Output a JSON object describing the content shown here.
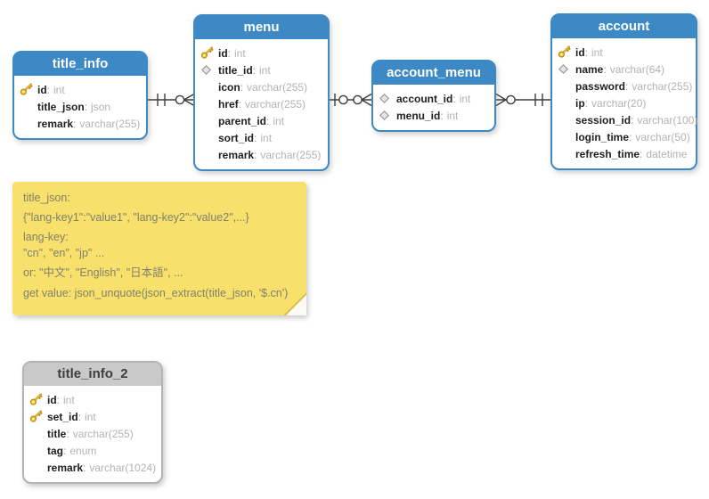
{
  "colon": ":",
  "colors": {
    "table_header_blue": "#3d89c5",
    "table_header_gray": "#c9c9c9",
    "note_yellow": "#f8e06c",
    "connector": "#3c3c3c"
  },
  "tables": [
    {
      "title": "title_info",
      "fields": [
        {
          "icon": "key",
          "name": "id",
          "type": "int"
        },
        {
          "icon": "none",
          "name": "title_json",
          "type": "json"
        },
        {
          "icon": "none",
          "name": "remark",
          "type": "varchar(255)"
        }
      ]
    },
    {
      "title": "menu",
      "fields": [
        {
          "icon": "key",
          "name": "id",
          "type": "int"
        },
        {
          "icon": "diamond",
          "name": "title_id",
          "type": "int"
        },
        {
          "icon": "none",
          "name": "icon",
          "type": "varchar(255)"
        },
        {
          "icon": "none",
          "name": "href",
          "type": "varchar(255)"
        },
        {
          "icon": "none",
          "name": "parent_id",
          "type": "int"
        },
        {
          "icon": "none",
          "name": "sort_id",
          "type": "int"
        },
        {
          "icon": "none",
          "name": "remark",
          "type": "varchar(255)"
        }
      ]
    },
    {
      "title": "account_menu",
      "fields": [
        {
          "icon": "diamond",
          "name": "account_id",
          "type": "int"
        },
        {
          "icon": "diamond",
          "name": "menu_id",
          "type": "int"
        }
      ]
    },
    {
      "title": "account",
      "fields": [
        {
          "icon": "key",
          "name": "id",
          "type": "int"
        },
        {
          "icon": "diamond",
          "name": "name",
          "type": "varchar(64)"
        },
        {
          "icon": "none",
          "name": "password",
          "type": "varchar(255)"
        },
        {
          "icon": "none",
          "name": "ip",
          "type": "varchar(20)"
        },
        {
          "icon": "none",
          "name": "session_id",
          "type": "varchar(100)"
        },
        {
          "icon": "none",
          "name": "login_time",
          "type": "varchar(50)"
        },
        {
          "icon": "none",
          "name": "refresh_time",
          "type": "datetime"
        }
      ]
    },
    {
      "title": "title_info_2",
      "fields": [
        {
          "icon": "key",
          "name": "id",
          "type": "int"
        },
        {
          "icon": "key",
          "name": "set_id",
          "type": "int"
        },
        {
          "icon": "none",
          "name": "title",
          "type": "varchar(255)"
        },
        {
          "icon": "none",
          "name": "tag",
          "type": "enum"
        },
        {
          "icon": "none",
          "name": "remark",
          "type": "varchar(1024)"
        }
      ]
    }
  ],
  "note": {
    "lines": [
      "title_json:",
      "{\"lang-key1\":\"value1\", \"lang-key2\":\"value2\",...}",
      "lang-key:",
      "\"cn\", \"en\", \"jp\" ...",
      "or: \"中文\", \"English\", \"日本語\", ...",
      "get value: json_unquote(json_extract(title_json, '$.cn')"
    ]
  },
  "connectors": [
    {
      "from": "title_info",
      "to": "menu",
      "from_cardinality": "one",
      "to_cardinality": "zero-or-many"
    },
    {
      "from": "menu",
      "to": "account_menu",
      "from_cardinality": "zero-or-one",
      "to_cardinality": "zero-or-many"
    },
    {
      "from": "account_menu",
      "to": "account",
      "from_cardinality": "zero-or-many",
      "to_cardinality": "one"
    }
  ]
}
